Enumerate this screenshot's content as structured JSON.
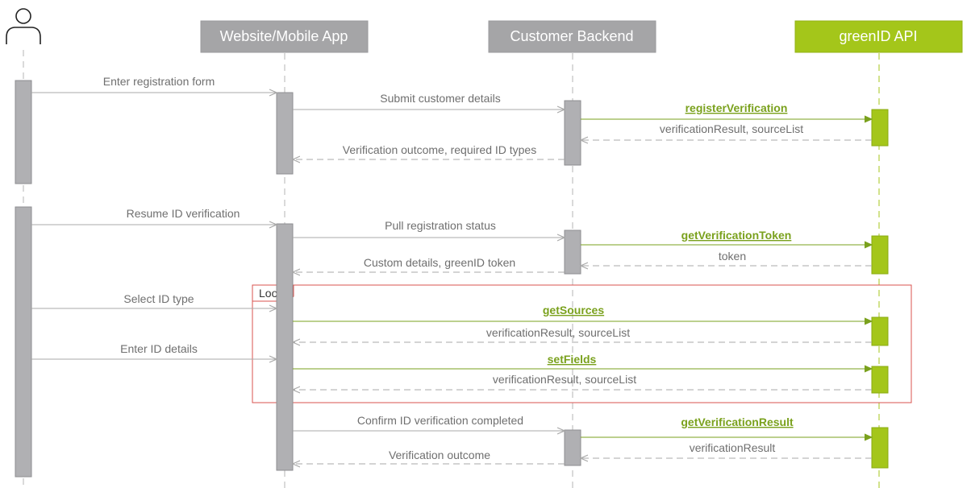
{
  "participants": {
    "user": "user-icon",
    "app": "Website/Mobile App",
    "backend": "Customer Backend",
    "api": "greenID API"
  },
  "colors": {
    "participant_gray": "#a5a5a7",
    "activation_gray": "#b0b0b3",
    "api_green": "#a4c61a",
    "api_line_green": "#7aa11d",
    "loop_border": "#d9534f",
    "line_gray": "#a9a9a9"
  },
  "loop_label": "Loop",
  "messages": {
    "m1": "Enter registration form",
    "m2": "Submit customer details",
    "m3": "registerVerification",
    "m4": "verificationResult, sourceList",
    "m5": "Verification outcome, required ID types",
    "m6": "Resume ID verification",
    "m7": "Pull registration status",
    "m8": "getVerificationToken",
    "m9": "token",
    "m10": "Custom details, greenID token",
    "m11": "Select ID type",
    "m12": "getSources",
    "m13": "verificationResult, sourceList",
    "m14": "Enter ID details",
    "m15": "setFields",
    "m16": "verificationResult, sourceList",
    "m17": "Confirm ID verification completed",
    "m18": "getVerificationResult",
    "m19": "verificationResult",
    "m20": "Verification outcome"
  }
}
